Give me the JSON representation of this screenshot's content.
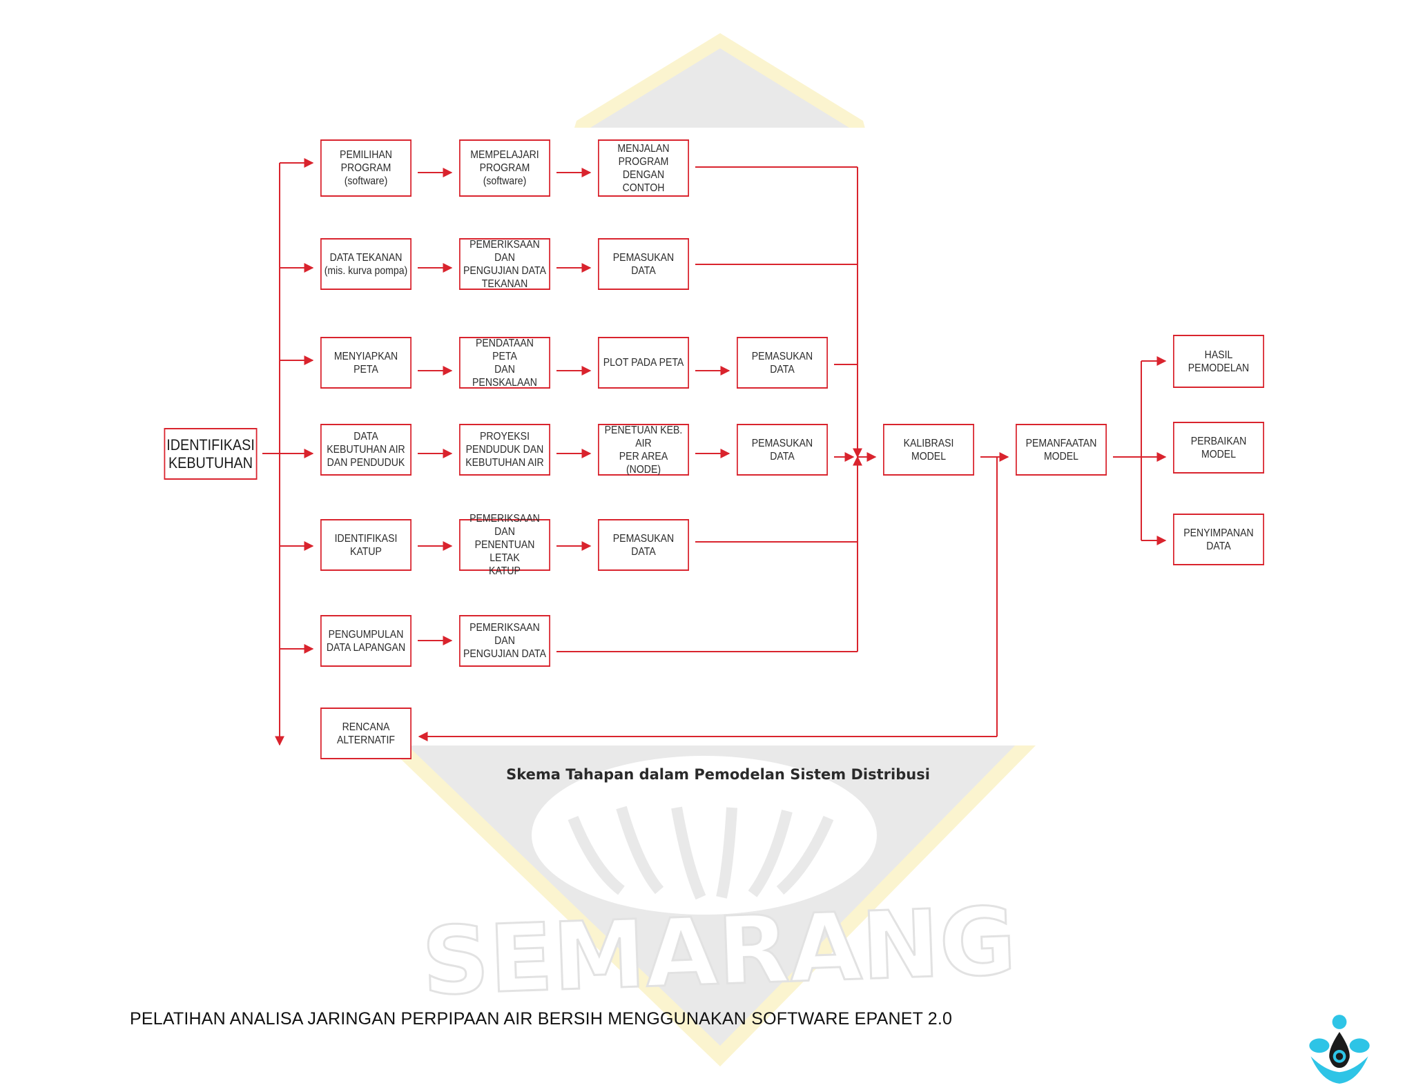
{
  "diagram": {
    "nodes": [
      {
        "id": "identifikasi-kebutuhan",
        "label": "IDENTIFIKASI\nKEBUTUHAN",
        "big": true
      },
      {
        "id": "pemilihan-program",
        "label": "PEMILIHAN\nPROGRAM\n(software)"
      },
      {
        "id": "mempelajari-program",
        "label": "MEMPELAJARI\nPROGRAM\n(software)"
      },
      {
        "id": "menjalan-program",
        "label": "MENJALAN\nPROGRAM DENGAN\nCONTOH"
      },
      {
        "id": "data-tekanan",
        "label": "DATA TEKANAN\n(mis. kurva pompa)"
      },
      {
        "id": "pemeriksaan-tekanan",
        "label": "PEMERIKSAAN DAN\nPENGUJIAN DATA\nTEKANAN"
      },
      {
        "id": "pemasukan-data-1",
        "label": "PEMASUKAN DATA"
      },
      {
        "id": "menyiapkan-peta",
        "label": "MENYIAPKAN\nPETA"
      },
      {
        "id": "pendataan-peta",
        "label": "PENDATAAN PETA\nDAN PENSKALAAN"
      },
      {
        "id": "plot-peta",
        "label": "PLOT PADA PETA"
      },
      {
        "id": "pemasukan-data-2",
        "label": "PEMASUKAN DATA"
      },
      {
        "id": "data-kebutuhan-air",
        "label": "DATA\nKEBUTUHAN AIR\nDAN PENDUDUK"
      },
      {
        "id": "proyeksi-penduduk",
        "label": "PROYEKSI\nPENDUDUK DAN\nKEBUTUHAN AIR"
      },
      {
        "id": "penentuan-keb-air",
        "label": "PENETUAN KEB. AIR\nPER AREA (NODE)"
      },
      {
        "id": "pemasukan-data-3",
        "label": "PEMASUKAN DATA"
      },
      {
        "id": "identifikasi-katup",
        "label": "IDENTIFIKASI\nKATUP"
      },
      {
        "id": "pemeriksaan-katup",
        "label": "PEMERIKSAAN DAN\nPENENTUAN LETAK\nKATUP"
      },
      {
        "id": "pemasukan-data-4",
        "label": "PEMASUKAN DATA"
      },
      {
        "id": "pengumpulan-data",
        "label": "PENGUMPULAN\nDATA LAPANGAN"
      },
      {
        "id": "pemeriksaan-data",
        "label": "PEMERIKSAAN DAN\nPENGUJIAN DATA"
      },
      {
        "id": "rencana-alternatif",
        "label": "RENCANA\nALTERNATIF"
      },
      {
        "id": "kalibrasi-model",
        "label": "KALIBRASI MODEL"
      },
      {
        "id": "pemanfaatan-model",
        "label": "PEMANFAATAN\nMODEL"
      },
      {
        "id": "hasil-pemodelan",
        "label": "HASIL\nPEMODELAN"
      },
      {
        "id": "perbaikan-model",
        "label": "PERBAIKAN\nMODEL"
      },
      {
        "id": "penyimpanan-data",
        "label": "PENYIMPANAN\nDATA"
      }
    ],
    "caption": "Skema Tahapan dalam Pemodelan Sistem Distribusi"
  },
  "footer": {
    "text": "PELATIHAN ANALISA JARINGAN PERPIPAAN AIR BERSIH MENGGUNAKAN SOFTWARE EPANET 2.0"
  },
  "watermark": {
    "text": "SEMARANG",
    "icon": "university-seal-icon"
  },
  "logo": {
    "icon": "water-drop-logo-icon"
  },
  "colors": {
    "flow_line": "#d9232d",
    "box_border": "#d9232d",
    "watermark": "#e9e9e9",
    "watermark_accent": "#fbf3c4",
    "logo": "#2ec4e6"
  }
}
